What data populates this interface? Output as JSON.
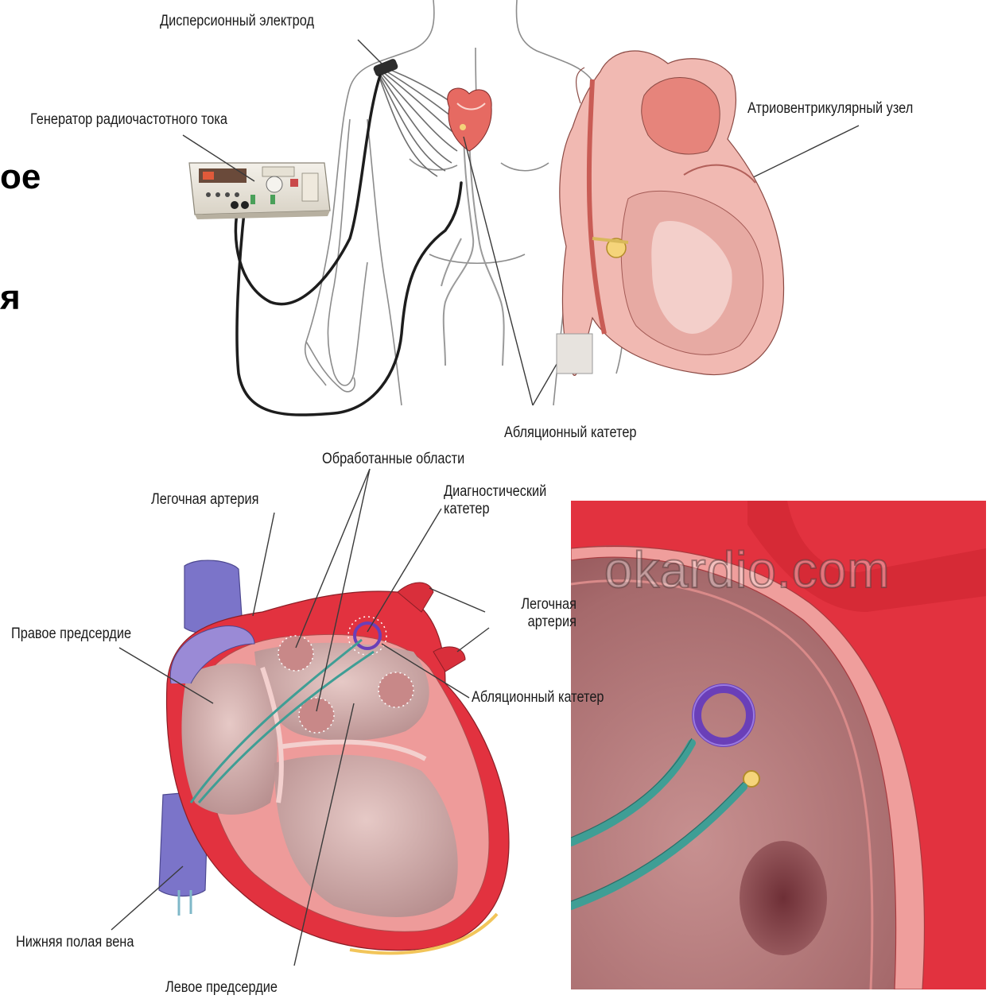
{
  "cropped_text": {
    "line1": "ое",
    "line2": "я"
  },
  "labels": {
    "dispersive_electrode": "Дисперсионный электрод",
    "rf_generator": "Генератор радиочастотного тока",
    "av_node": "Атриовентрикулярный узел",
    "ablation_catheter_top": "Абляционный катетер",
    "treated_areas": "Обработанные области",
    "pulmonary_artery_left": "Легочная артерия",
    "diagnostic_catheter": "Диагностический\nкатетер",
    "pulmonary_artery_right": "Легочная\nартерия",
    "right_atrium": "Правое предсердие",
    "ablation_catheter_bottom": "Абляционный катетер",
    "inferior_vena_cava": "Нижняя полая вена",
    "left_atrium": "Левое предсердие"
  },
  "watermark": "okardio.com",
  "colors": {
    "heart_outer": "#e2323f",
    "heart_wall": "#ee9b9a",
    "heart_inner": "#c9a09f",
    "vein_blue": "#7b74c9",
    "catheter_teal": "#3f9e95",
    "catheter_purple": "#6a3fb8",
    "skin_outline": "#8a8a8a"
  }
}
